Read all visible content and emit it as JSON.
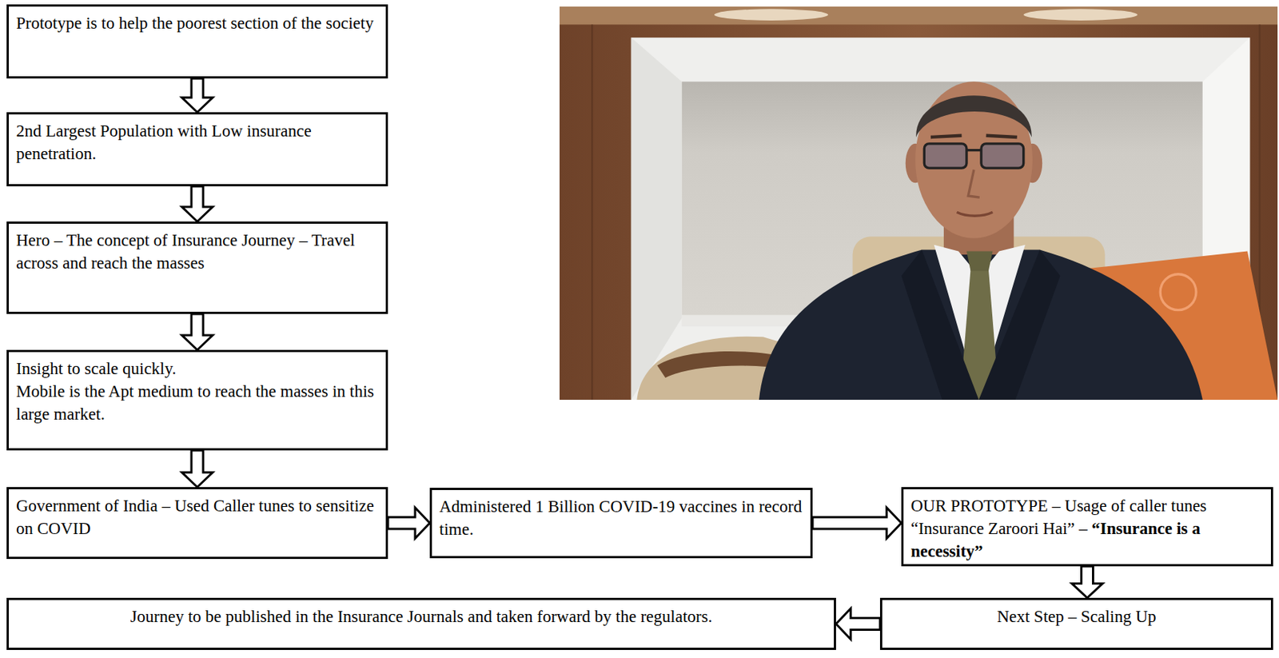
{
  "diagram": {
    "nodes": [
      {
        "text": [
          "Prototype is to help the poorest section of the society"
        ]
      },
      {
        "text": [
          "2nd Largest Population with Low insurance penetration."
        ]
      },
      {
        "text": [
          "Hero – The concept of Insurance Journey – Travel across and reach the masses"
        ]
      },
      {
        "text": [
          "Insight to scale quickly.",
          "Mobile is the Apt medium to reach the masses in this large market."
        ]
      },
      {
        "text": [
          "Government of India – Used Caller tunes to sensitize on COVID"
        ]
      },
      {
        "text": [
          "Administered 1 Billion COVID-19 vaccines in record time."
        ]
      },
      {
        "text": [
          "OUR PROTOTYPE – Usage of caller tunes “Insurance Zaroori Hai” –",
          "“Insurance is a necessity”"
        ]
      },
      {
        "text": [
          "Next Step – Scaling Up"
        ]
      },
      {
        "text": [
          "Journey to be published in the Insurance Journals and taken forward by the regulators."
        ]
      }
    ],
    "edges": [
      {
        "from": 0,
        "to": 1,
        "arrow": "to"
      },
      {
        "from": 1,
        "to": 2,
        "arrow": "to"
      },
      {
        "from": 2,
        "to": 3,
        "arrow": "to"
      },
      {
        "from": 3,
        "to": 4,
        "arrow": "to"
      },
      {
        "from": 4,
        "to": 5,
        "arrow": "to"
      },
      {
        "from": 5,
        "to": 6,
        "arrow": "to"
      },
      {
        "from": 6,
        "to": 7,
        "arrow": "to"
      },
      {
        "from": 7,
        "to": 8,
        "arrow": "to"
      }
    ]
  }
}
